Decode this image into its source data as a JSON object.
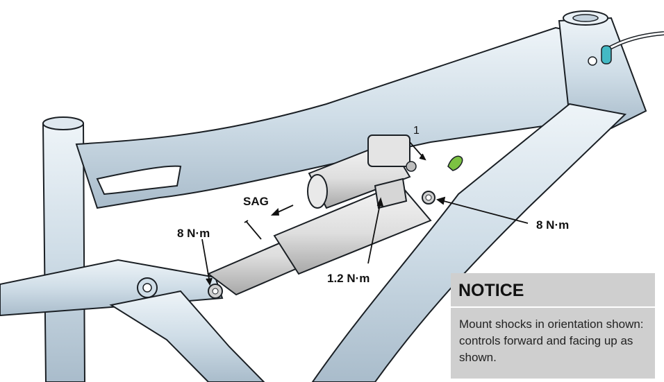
{
  "callouts": {
    "item_number": "1",
    "sag_label": "SAG",
    "torque_left": "8 N·m",
    "torque_right": "8 N·m",
    "torque_center": "1.2 N·m"
  },
  "notice": {
    "title": "NOTICE",
    "body": "Mount shocks  in orientation shown:  controls forward and facing up as shown."
  },
  "colors": {
    "frame_fill": "#d5e1ea",
    "frame_edge": "#1a1f24",
    "accent_green": "#7cc242",
    "accent_teal": "#43b9c4",
    "notice_bg": "#cfcfcf"
  }
}
